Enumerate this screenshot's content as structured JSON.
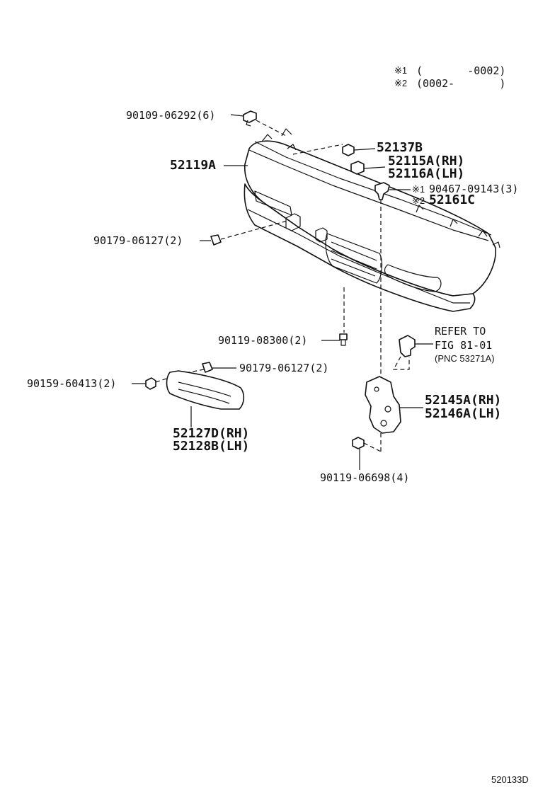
{
  "notes": {
    "note1_mark": "※1",
    "note1_range": "(       -0002)",
    "note2_mark": "※2",
    "note2_range": "(0002-       )"
  },
  "labels": {
    "bolt_90109": "90109-06292(6)",
    "bumper_cover": "52119A",
    "retainer_52137": "52137B",
    "bracket_rh": "52115A(RH)",
    "bracket_lh": "52116A(LH)",
    "clip_mark1": "※1",
    "clip_90467": "90467-09143(3)",
    "clip_mark2": "※2",
    "clip_52161": "52161C",
    "nut_90179_a": "90179-06127(2)",
    "bolt_90119_a": "90119-08300(2)",
    "refer_to": "REFER TO",
    "fig_ref": "FIG 81-01",
    "pnc_ref": "(PNC 53271A)",
    "nut_90179_b": "90179-06127(2)",
    "screw_90159": "90159-60413(2)",
    "stay_rh": "52145A(RH)",
    "stay_lh": "52146A(LH)",
    "cover_rh": "52127D(RH)",
    "cover_lh": "52128B(LH)",
    "bolt_90119_b": "90119-06698(4)",
    "figure_code": "520133D"
  }
}
